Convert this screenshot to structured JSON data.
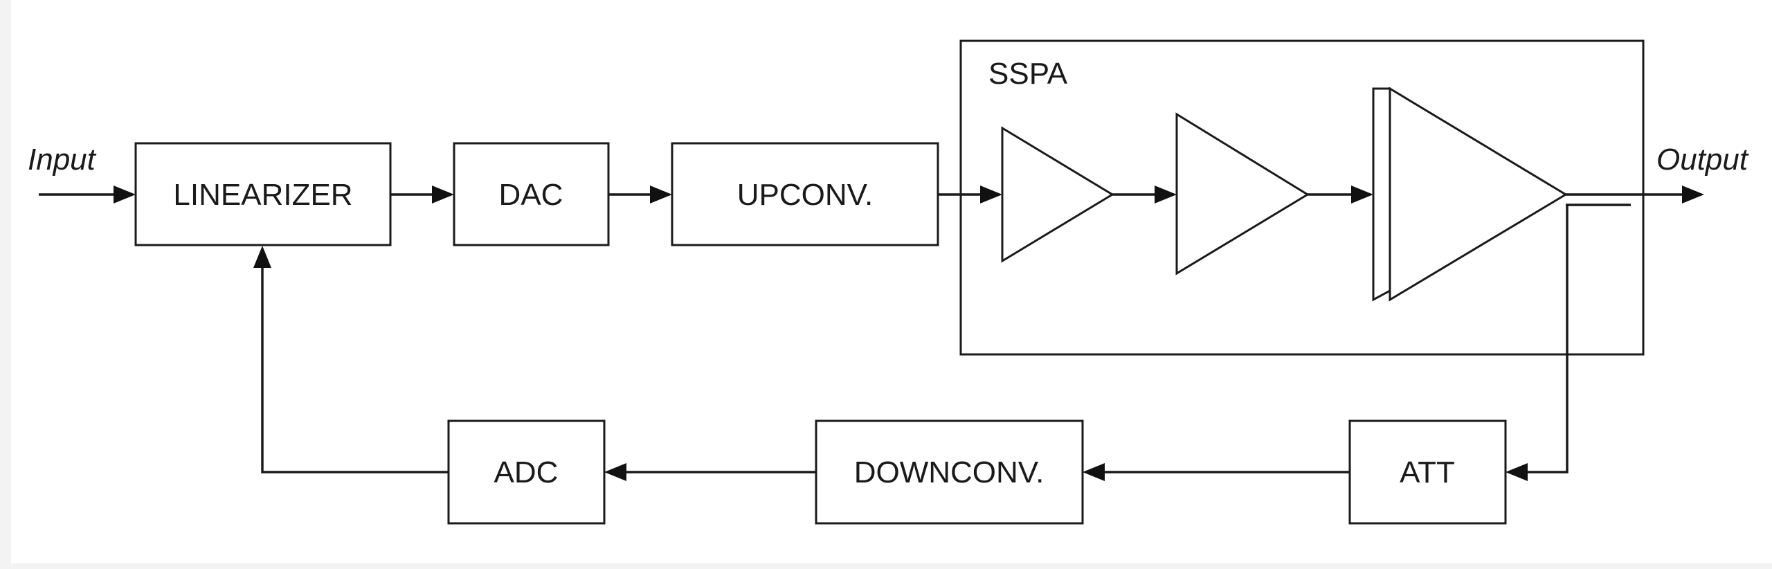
{
  "diagram": {
    "input_label": "Input",
    "output_label": "Output",
    "blocks": {
      "linearizer": "LINEARIZER",
      "dac": "DAC",
      "upconv": "UPCONV.",
      "adc": "ADC",
      "downconv": "DOWNCONV.",
      "att": "ATT"
    },
    "sspa_label": "SSPA"
  }
}
